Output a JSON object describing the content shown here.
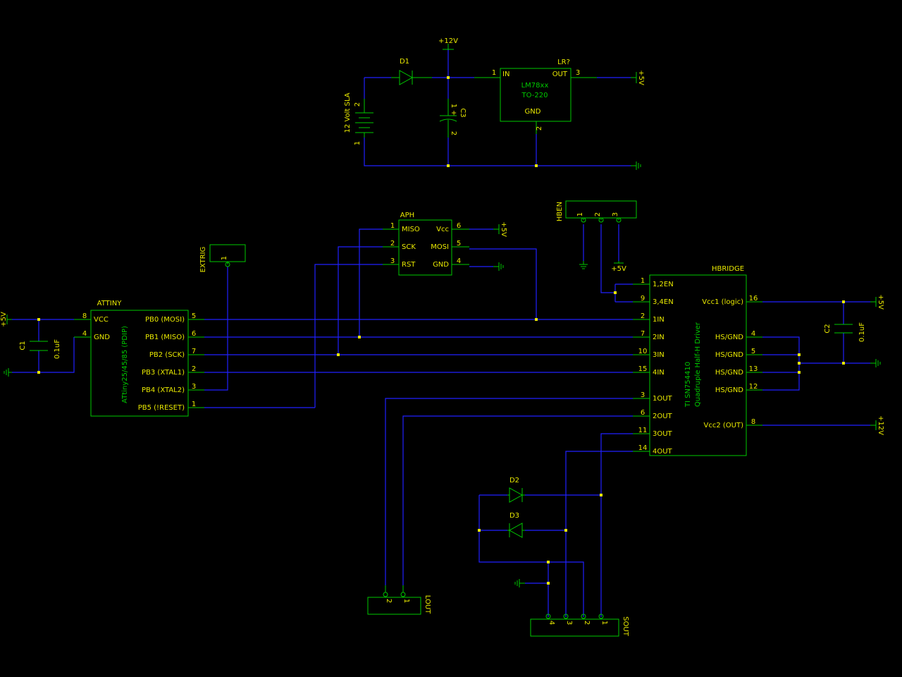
{
  "colors": {
    "background": "#000000",
    "wire": "#2020ff",
    "component": "#00c800",
    "label": "#e8e800"
  },
  "power": {
    "p12v": "+12V",
    "p5v": "+5V"
  },
  "battery": {
    "name": "12 Volt SLA",
    "pin1": "1",
    "pin2": "2"
  },
  "d1": {
    "ref": "D1"
  },
  "c3": {
    "ref": "C3",
    "plus": "+",
    "p1": "1",
    "p2": "2"
  },
  "regulator": {
    "ref": "LR?",
    "value": "LM78xx",
    "package": "TO-220",
    "in": "IN",
    "out": "OUT",
    "gnd": "GND",
    "pin_in": "1",
    "pin_out": "3",
    "pin_gnd": "2"
  },
  "aph": {
    "ref": "APH",
    "left": [
      {
        "num": "1",
        "name": "MISO"
      },
      {
        "num": "2",
        "name": "SCK"
      },
      {
        "num": "3",
        "name": "RST"
      }
    ],
    "right": [
      {
        "num": "6",
        "name": "Vcc"
      },
      {
        "num": "5",
        "name": "MOSI"
      },
      {
        "num": "4",
        "name": "GND"
      }
    ]
  },
  "hben": {
    "ref": "HBEN",
    "pins": [
      "1",
      "2",
      "3"
    ]
  },
  "extrig": {
    "ref": "EXTRIG",
    "pin": "1"
  },
  "attiny": {
    "ref": "ATTINY",
    "value": "ATtiny25/45/85 (PDIP)",
    "left": [
      {
        "num": "8",
        "name": "VCC"
      },
      {
        "num": "4",
        "name": "GND"
      }
    ],
    "right": [
      {
        "num": "5",
        "name": "PB0 (MOSI)"
      },
      {
        "num": "6",
        "name": "PB1 (MISO)"
      },
      {
        "num": "7",
        "name": "PB2 (SCK)"
      },
      {
        "num": "2",
        "name": "PB3 (XTAL1)"
      },
      {
        "num": "3",
        "name": "PB4 (XTAL2)"
      },
      {
        "num": "1",
        "name": "PB5 (!RESET)"
      }
    ]
  },
  "c1": {
    "ref": "C1",
    "value": "0.1uF"
  },
  "c2": {
    "ref": "C2",
    "value": "0.1uF"
  },
  "hbridge": {
    "ref": "HBRIDGE",
    "value": "TI SN754410",
    "desc": "Quadruple Half-H Driver",
    "left": [
      {
        "num": "1",
        "name": "1,2EN"
      },
      {
        "num": "9",
        "name": "3,4EN"
      },
      {
        "num": "2",
        "name": "1IN"
      },
      {
        "num": "7",
        "name": "2IN"
      },
      {
        "num": "10",
        "name": "3IN"
      },
      {
        "num": "15",
        "name": "4IN"
      },
      {
        "num": "3",
        "name": "1OUT"
      },
      {
        "num": "6",
        "name": "2OUT"
      },
      {
        "num": "11",
        "name": "3OUT"
      },
      {
        "num": "14",
        "name": "4OUT"
      }
    ],
    "right": [
      {
        "num": "16",
        "name": "Vcc1 (logic)"
      },
      {
        "num": "4",
        "name": "HS/GND"
      },
      {
        "num": "5",
        "name": "HS/GND"
      },
      {
        "num": "13",
        "name": "HS/GND"
      },
      {
        "num": "12",
        "name": "HS/GND"
      },
      {
        "num": "8",
        "name": "Vcc2 (OUT)"
      }
    ]
  },
  "d2": {
    "ref": "D2"
  },
  "d3": {
    "ref": "D3"
  },
  "lout": {
    "ref": "LOUT",
    "pins": [
      "2",
      "1"
    ]
  },
  "sout": {
    "ref": "SOUT",
    "pins": [
      "4",
      "3",
      "2",
      "1"
    ]
  }
}
